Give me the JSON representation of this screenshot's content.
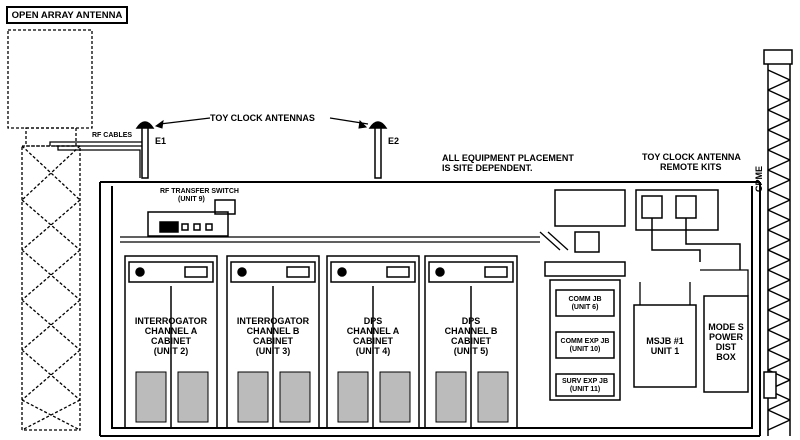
{
  "title": "OPEN ARRAY ANTENNA",
  "labels": {
    "toy_clock_antennas": "TOY CLOCK ANTENNAS",
    "e1": "E1",
    "e2": "E2",
    "rf_cables": "RF CABLES",
    "placement_note_1": "ALL EQUIPMENT PLACEMENT",
    "placement_note_2": "IS SITE DEPENDENT.",
    "rf_switch_1": "RF TRANSFER SWITCH",
    "rf_switch_2": "(UNIT 9)",
    "remote_kits_1": "TOY CLOCK ANTENNA",
    "remote_kits_2": "REMOTE KITS",
    "cpme": "CPME",
    "comm_jb": "COMM JB",
    "comm_jb_unit": "(UNIT 6)",
    "comm_exp_jb": "COMM EXP JB",
    "comm_exp_jb_unit": "(UNIT 10)",
    "surv_exp_jb": "SURV EXP JB",
    "surv_exp_jb_unit": "(UNIT 11)",
    "msjb_1": "MSJB #1",
    "msjb_2": "UNIT 1",
    "mode_s_1": "MODE S",
    "mode_s_2": "POWER",
    "mode_s_3": "DIST",
    "mode_s_4": "BOX"
  },
  "cabinets": [
    {
      "line1": "INTERROGATOR",
      "line2": "CHANNEL A",
      "line3": "CABINET",
      "line4": "(UNIT 2)"
    },
    {
      "line1": "INTERROGATOR",
      "line2": "CHANNEL B",
      "line3": "CABINET",
      "line4": "(UNIT 3)"
    },
    {
      "line1": "DPS",
      "line2": "CHANNEL A",
      "line3": "CABINET",
      "line4": "(UNIT 4)"
    },
    {
      "line1": "DPS",
      "line2": "CHANNEL B",
      "line3": "CABINET",
      "line4": "(UNIT 5)"
    }
  ]
}
